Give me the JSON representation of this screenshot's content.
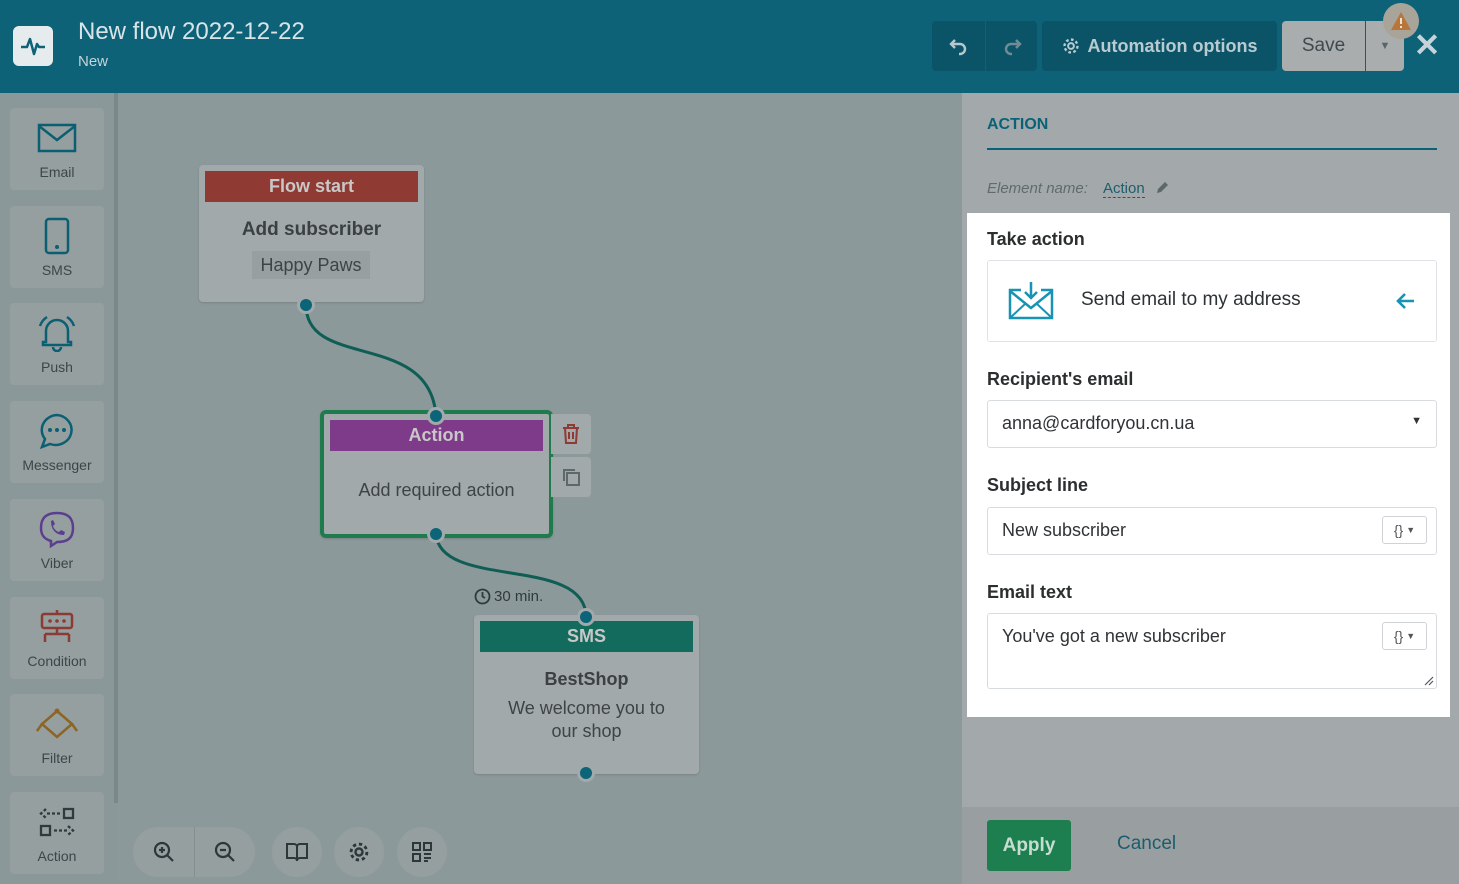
{
  "header": {
    "title": "New flow 2022-12-22",
    "status": "New",
    "automation_options_label": "Automation options",
    "save_label": "Save"
  },
  "toolbar": {
    "items": [
      {
        "label": "Email",
        "icon": "email-icon"
      },
      {
        "label": "SMS",
        "icon": "phone-icon"
      },
      {
        "label": "Push",
        "icon": "bell-icon"
      },
      {
        "label": "Messenger",
        "icon": "chat-icon"
      },
      {
        "label": "Viber",
        "icon": "viber-icon"
      },
      {
        "label": "Condition",
        "icon": "condition-icon"
      },
      {
        "label": "Filter",
        "icon": "filter-icon"
      },
      {
        "label": "Action",
        "icon": "action-icon"
      }
    ]
  },
  "canvas": {
    "flow_start": {
      "head": "Flow start",
      "title": "Add subscriber",
      "tag": "Happy Paws"
    },
    "action_node": {
      "head": "Action",
      "body": "Add required action"
    },
    "delay_label": "30 min.",
    "sms_node": {
      "head": "SMS",
      "title": "BestShop",
      "body": "We welcome you to our shop"
    }
  },
  "panel": {
    "title": "ACTION",
    "element_name_label": "Element name:",
    "element_name_value": "Action",
    "take_action_label": "Take action",
    "take_action_value": "Send email to my address",
    "recipient_label": "Recipient's email",
    "recipient_value": "anna@cardforyou.cn.ua",
    "subject_label": "Subject line",
    "subject_value": "New subscriber",
    "email_text_label": "Email text",
    "email_text_value": "You've got a new subscriber",
    "apply_label": "Apply",
    "cancel_label": "Cancel"
  },
  "colors": {
    "header_bg": "#0e6278",
    "flow_start": "#8f3a33",
    "action": "#7e3b8a",
    "sms": "#136b5d",
    "apply": "#1d7f4f",
    "connector": "#0f5d55"
  }
}
